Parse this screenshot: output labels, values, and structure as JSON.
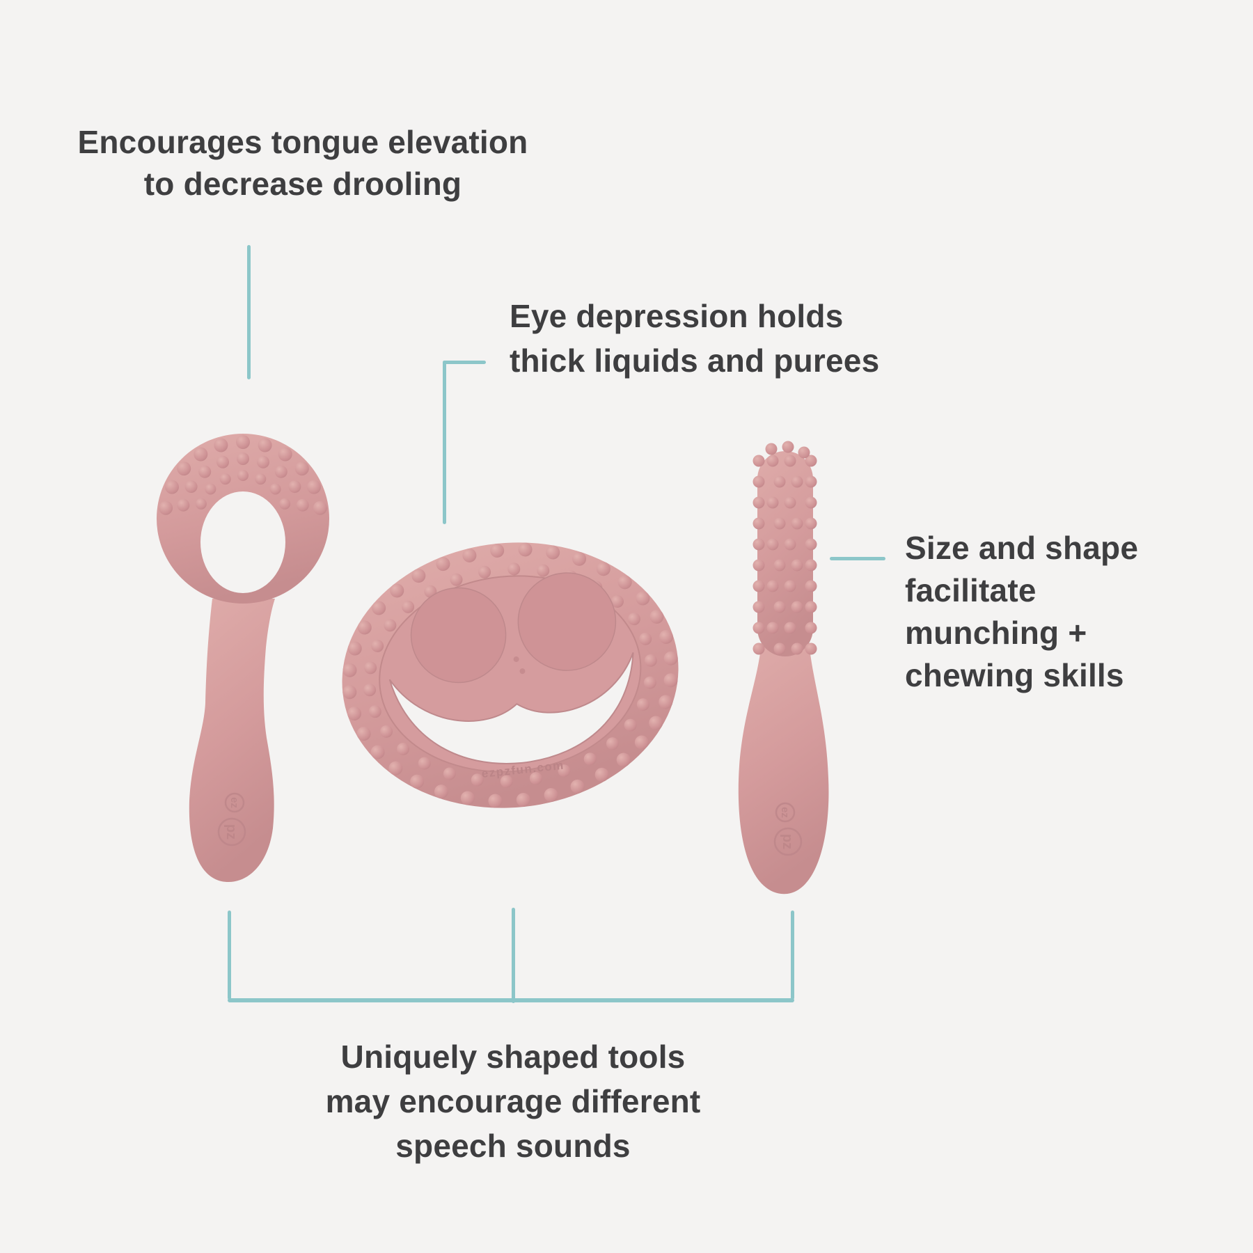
{
  "annotations": {
    "tongue": {
      "line1": "Encourages tongue elevation",
      "line2": "to decrease drooling"
    },
    "eye": {
      "line1": "Eye depression holds",
      "line2": "thick liquids and purees"
    },
    "size": {
      "line1": "Size and shape",
      "line2": "facilitate",
      "line3": "munching +",
      "line4": "chewing skills"
    },
    "unique": {
      "line1": "Uniquely shaped tools",
      "line2": "may encourage different",
      "line3": "speech sounds"
    }
  },
  "products": {
    "teether_embossed_text": "ezpzfun.com",
    "wand_logo_top": "ez",
    "wand_logo_bottom": "pz",
    "stick_logo_top": "ez",
    "stick_logo_bottom": "pz"
  },
  "colors": {
    "background": "#f4f3f2",
    "text": "#3e3e40",
    "accent_teal": "#8cc6c9",
    "pink_base": "#d49b9c",
    "pink_light": "#dfacaa",
    "pink_dark": "#c68d8f",
    "bump_pink": "#cd9194",
    "emboss_pink": "#bb8487"
  }
}
